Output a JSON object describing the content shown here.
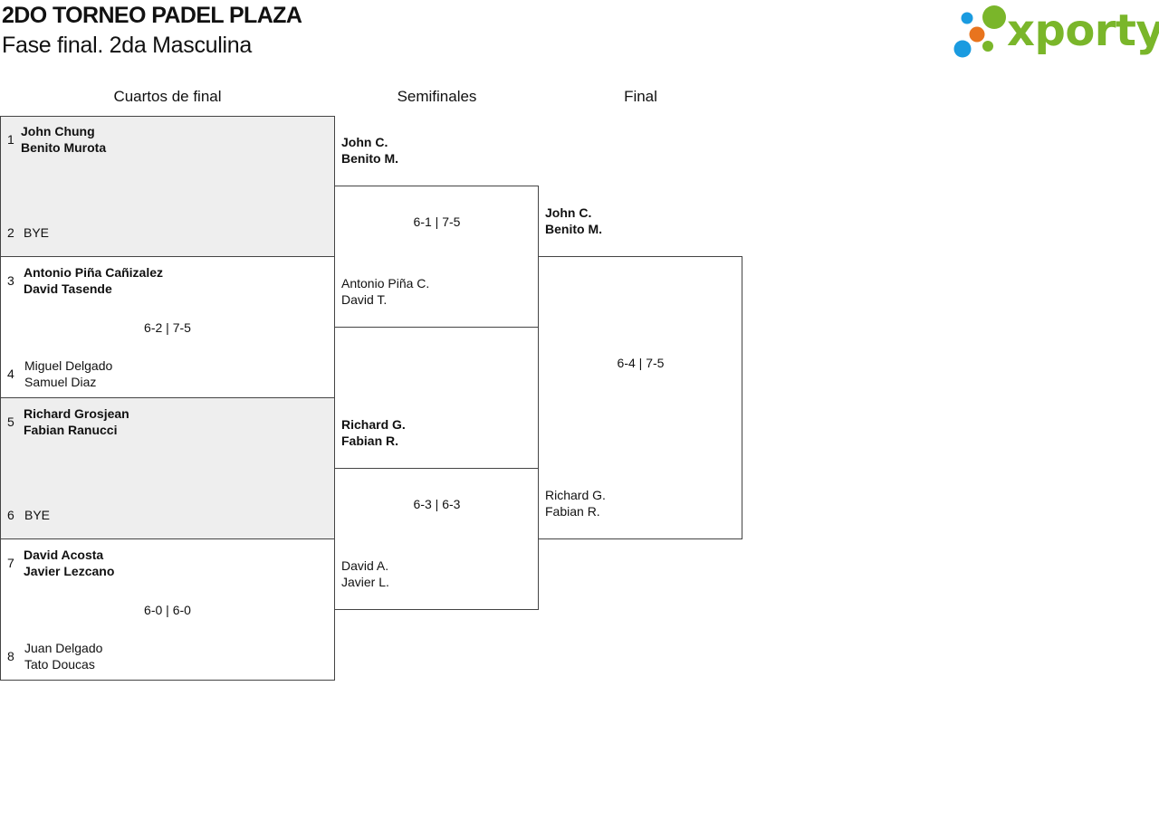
{
  "header": {
    "title": "2DO TORNEO PADEL PLAZA",
    "subtitle": "Fase final. 2da Masculina",
    "logo_text": "xporty"
  },
  "colors": {
    "logo_green": "#7ab62a",
    "logo_blue": "#1a9be0",
    "logo_orange": "#e8741e",
    "shaded_box": "#eeeeee",
    "border": "#444444"
  },
  "rounds": {
    "quarterfinals": "Cuartos de final",
    "semifinals": "Semifinales",
    "final": "Final"
  },
  "quarterfinals": [
    {
      "seed_top": "1",
      "team_top": [
        "John Chung",
        "Benito Murota"
      ],
      "seed_bottom": "2",
      "team_bottom": [
        "BYE"
      ],
      "score": "",
      "winner": "top",
      "bye": true
    },
    {
      "seed_top": "3",
      "team_top": [
        "Antonio Piña Cañizalez",
        "David Tasende"
      ],
      "seed_bottom": "4",
      "team_bottom": [
        "Miguel Delgado",
        "Samuel Diaz"
      ],
      "score": "6-2 | 7-5",
      "winner": "top",
      "bye": false
    },
    {
      "seed_top": "5",
      "team_top": [
        "Richard Grosjean",
        "Fabian Ranucci"
      ],
      "seed_bottom": "6",
      "team_bottom": [
        "BYE"
      ],
      "score": "",
      "winner": "top",
      "bye": true
    },
    {
      "seed_top": "7",
      "team_top": [
        "David Acosta",
        "Javier Lezcano"
      ],
      "seed_bottom": "8",
      "team_bottom": [
        "Juan Delgado",
        "Tato Doucas"
      ],
      "score": "6-0 | 6-0",
      "winner": "top",
      "bye": false
    }
  ],
  "semifinals": [
    {
      "team_top": [
        "John C.",
        "Benito M."
      ],
      "team_bottom": [
        "Antonio Piña C.",
        "David T."
      ],
      "score": "6-1 | 7-5",
      "winner": "top"
    },
    {
      "team_top": [
        "Richard G.",
        "Fabian R."
      ],
      "team_bottom": [
        "David A.",
        "Javier L."
      ],
      "score": "6-3 | 6-3",
      "winner": "top"
    }
  ],
  "final": {
    "team_top": [
      "John C.",
      "Benito M."
    ],
    "team_bottom": [
      "Richard G.",
      "Fabian R."
    ],
    "score": "6-4 | 7-5",
    "winner": "top"
  }
}
